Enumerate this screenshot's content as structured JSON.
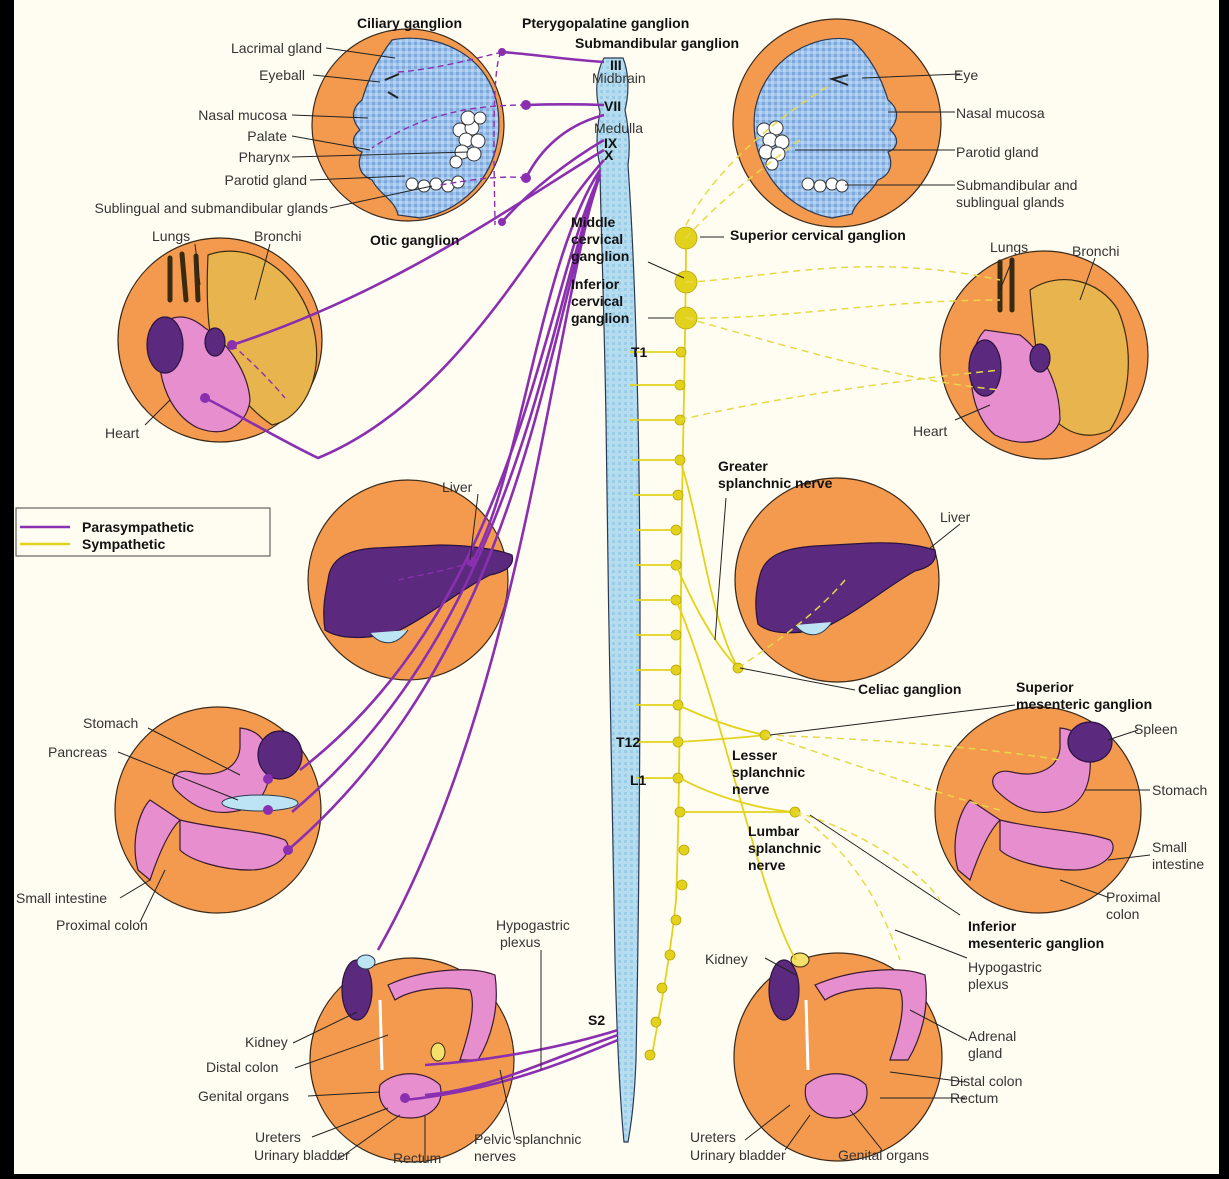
{
  "legend": {
    "parasympathetic": "Parasympathetic",
    "sympathetic": "Sympathetic",
    "parasympathetic_color": "#8a2fb0",
    "sympathetic_color": "#e3d21b"
  },
  "cord": {
    "III": "III",
    "midbrain": "Midbrain",
    "VII": "VII",
    "medulla": "Medulla",
    "IX": "IX",
    "X": "X",
    "T1": "T1",
    "T12": "T12",
    "L1": "L1",
    "S2": "S2"
  },
  "ganglia": {
    "ciliary": "Ciliary ganglion",
    "pterygopalatine": "Pterygopalatine ganglion",
    "submandibular": "Submandibular ganglion",
    "otic": "Otic ganglion",
    "middle_cervical": [
      "Middle",
      "cervical",
      "ganglion"
    ],
    "inferior_cervical": [
      "Inferior",
      "cervical",
      "ganglion"
    ],
    "superior_cervical": "Superior cervical ganglion",
    "greater_splanchnic": [
      "Greater",
      "splanchnic nerve"
    ],
    "celiac": "Celiac ganglion",
    "superior_mesenteric": [
      "Superior",
      "mesenteric ganglion"
    ],
    "lesser_splanchnic": [
      "Lesser",
      "splanchnic",
      "nerve"
    ],
    "lumbar_splanchnic": [
      "Lumbar",
      "splanchnic",
      "nerve"
    ],
    "inferior_mesenteric": [
      "Inferior",
      "mesenteric ganglion"
    ]
  },
  "left_labels": {
    "lacrimal": "Lacrimal gland",
    "eyeball": "Eyeball",
    "nasal": "Nasal mucosa",
    "palate": "Palate",
    "pharynx": "Pharynx",
    "parotid": "Parotid gland",
    "sublingual": "Sublingual and submandibular glands",
    "lungs": "Lungs",
    "bronchi": "Bronchi",
    "heart": "Heart",
    "liver": "Liver",
    "stomach": "Stomach",
    "pancreas": "Pancreas",
    "small_intestine": "Small intestine",
    "proximal_colon": "Proximal colon",
    "hypogastric": [
      "Hypogastric",
      "plexus"
    ],
    "kidney": "Kidney",
    "distal_colon": "Distal colon",
    "genital": "Genital organs",
    "ureters": "Ureters",
    "urinary_bladder": "Urinary bladder",
    "rectum": "Rectum",
    "pelvic": [
      "Pelvic splanchnic",
      "nerves"
    ]
  },
  "right_labels": {
    "eye": "Eye",
    "nasal": "Nasal mucosa",
    "parotid": "Parotid gland",
    "submandibular": [
      "Submandibular and",
      "sublingual glands"
    ],
    "lungs": "Lungs",
    "bronchi": "Bronchi",
    "heart": "Heart",
    "liver": "Liver",
    "spleen": "Spleen",
    "stomach": "Stomach",
    "small_intestine": [
      "Small",
      "intestine"
    ],
    "proximal_colon": [
      "Proximal",
      "colon"
    ],
    "hypogastric": [
      "Hypogastric",
      "plexus"
    ],
    "kidney": "Kidney",
    "adrenal": [
      "Adrenal",
      "gland"
    ],
    "distal_colon": "Distal colon",
    "rectum": "Rectum",
    "ureters": "Ureters",
    "urinary_bladder": "Urinary bladder",
    "genital": "Genital organs"
  }
}
